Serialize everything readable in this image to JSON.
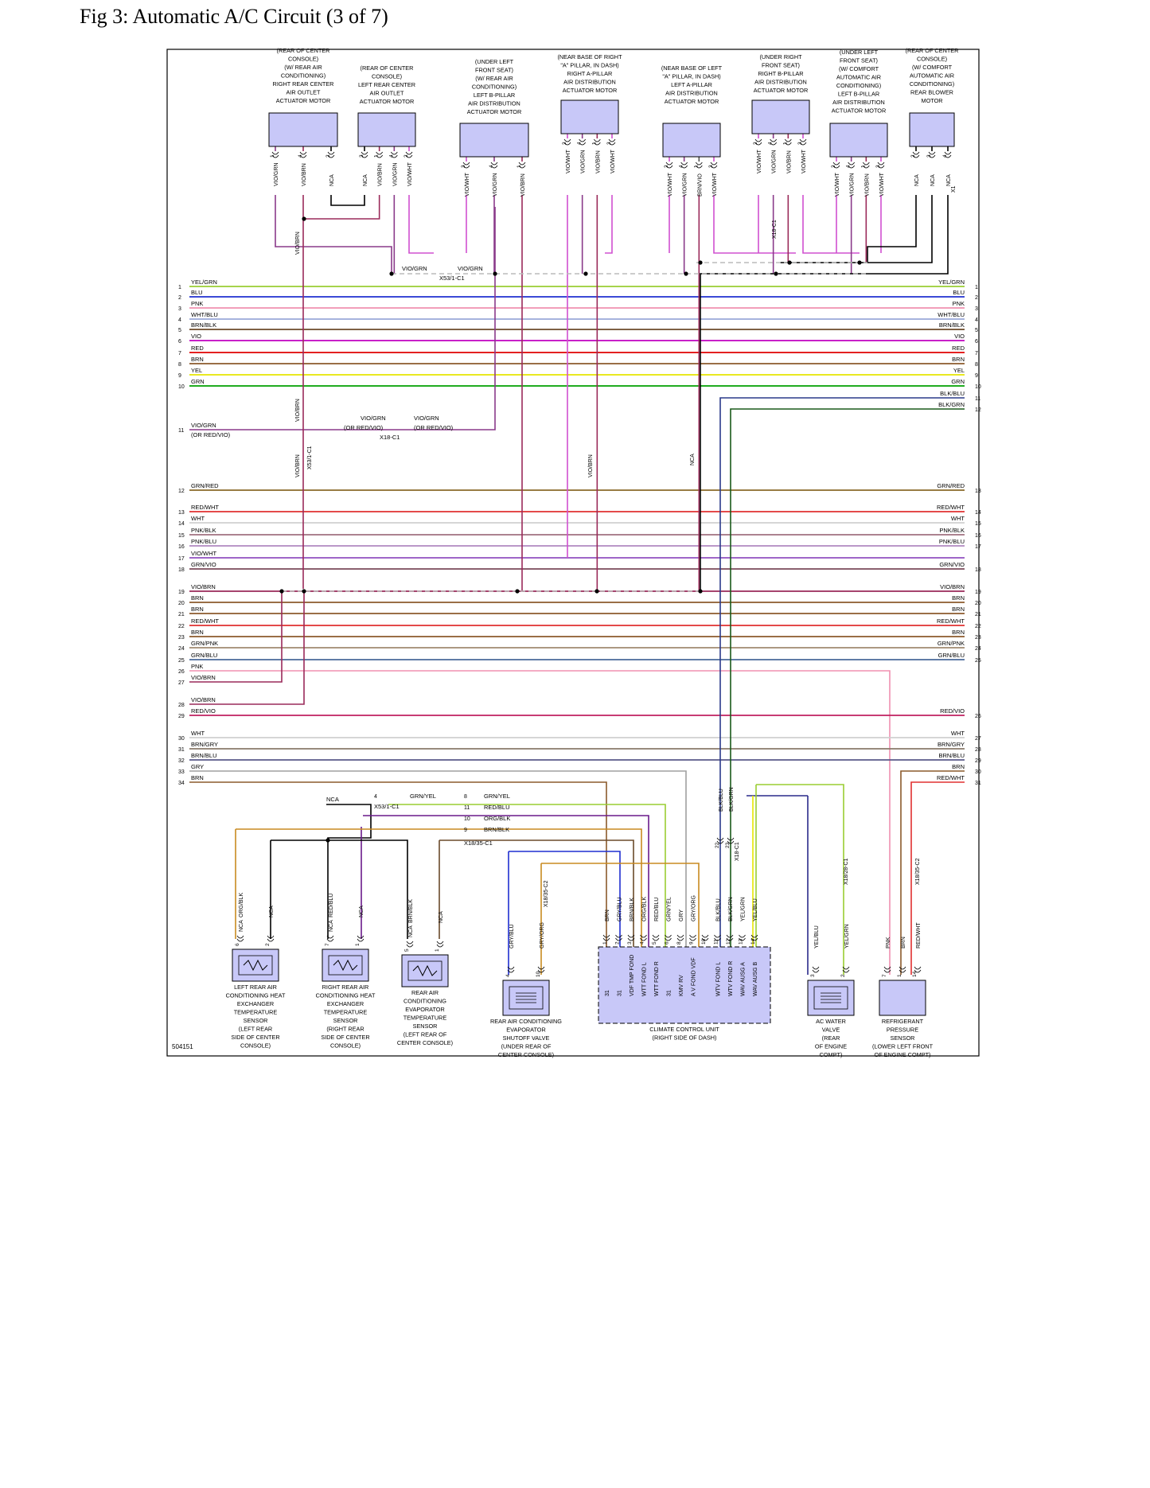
{
  "title": "Fig 3: Automatic A/C Circuit (3 of 7)",
  "figure_code": "504151",
  "connector_refs": [
    "X53/1-C1",
    "X18-C1",
    "X18/35-C1",
    "X18/35-C2",
    "X18/28-C1",
    "X1"
  ],
  "top_components": [
    {
      "id": "rr_outlet",
      "lines": [
        "(REAR OF CENTER",
        "CONSOLE)",
        "(W/ REAR AIR",
        "CONDITIONING)",
        "RIGHT REAR CENTER",
        "AIR OUTLET",
        "ACTUATOR MOTOR"
      ],
      "pins": [
        {
          "n": "1",
          "wire": "VIO/GRN"
        },
        {
          "n": "4",
          "wire": "VIO/BRN"
        },
        {
          "n": "2",
          "wire": "NCA"
        }
      ]
    },
    {
      "id": "lr_outlet",
      "lines": [
        "(REAR OF CENTER",
        "CONSOLE)",
        "LEFT REAR CENTER",
        "AIR OUTLET",
        "ACTUATOR MOTOR"
      ],
      "pins": [
        {
          "n": "3",
          "wire": "NCA"
        },
        {
          "n": "1",
          "wire": "VIO/BRN"
        },
        {
          "n": "4",
          "wire": "VIO/GRN"
        },
        {
          "n": "2",
          "wire": "VIO/WHT"
        }
      ]
    },
    {
      "id": "lb_pillar_rear",
      "lines": [
        "(UNDER LEFT",
        "FRONT SEAT)",
        "(W/ REAR AIR",
        "CONDITIONING)",
        "LEFT B-PILLAR",
        "AIR DISTRIBUTION",
        "ACTUATOR MOTOR"
      ],
      "pins": [
        {
          "n": "3",
          "wire": "VIO/WHT"
        },
        {
          "n": "4",
          "wire": "VIO/GRN"
        },
        {
          "n": "1",
          "wire": "VIO/BRN"
        }
      ]
    },
    {
      "id": "ra_pillar",
      "lines": [
        "(NEAR BASE OF RIGHT",
        "\"A\" PILLAR, IN DASH)",
        "RIGHT A-PILLAR",
        "AIR DISTRIBUTION",
        "ACTUATOR MOTOR"
      ],
      "pins": [
        {
          "n": "2",
          "wire": "VIO/WHT"
        },
        {
          "n": "4",
          "wire": "VIO/GRN"
        },
        {
          "n": "1",
          "wire": "VIO/BRN"
        },
        {
          "n": "3",
          "wire": "VIO/WHT"
        }
      ]
    },
    {
      "id": "la_pillar",
      "lines": [
        "(NEAR BASE OF LEFT",
        "\"A\" PILLAR, IN DASH)",
        "LEFT A-PILLAR",
        "AIR DISTRIBUTION",
        "ACTUATOR MOTOR"
      ],
      "pins": [
        {
          "n": "2",
          "wire": "VIO/WHT"
        },
        {
          "n": "4",
          "wire": "VIO/GRN"
        },
        {
          "n": "1",
          "wire": "BRN/VIO"
        },
        {
          "n": "3",
          "wire": "VIO/WHT"
        }
      ]
    },
    {
      "id": "rb_pillar",
      "lines": [
        "(UNDER RIGHT",
        "FRONT SEAT)",
        "RIGHT B-PILLAR",
        "AIR DISTRIBUTION",
        "ACTUATOR MOTOR"
      ],
      "pins": [
        {
          "n": "2",
          "wire": "VIO/WHT"
        },
        {
          "n": "4",
          "wire": "VIO/GRN"
        },
        {
          "n": "1",
          "wire": "VIO/BRN"
        },
        {
          "n": "3",
          "wire": "VIO/WHT"
        }
      ]
    },
    {
      "id": "lb_pillar_comfort",
      "lines": [
        "(UNDER LEFT",
        "FRONT SEAT)",
        "(W/ COMFORT",
        "AUTOMATIC AIR",
        "CONDITIONING)",
        "LEFT B-PILLAR",
        "AIR DISTRIBUTION",
        "ACTUATOR MOTOR"
      ],
      "pins": [
        {
          "n": "2",
          "wire": "VIO/WHT"
        },
        {
          "n": "4",
          "wire": "VIO/GRN"
        },
        {
          "n": "1",
          "wire": "VIO/BRN"
        },
        {
          "n": "3",
          "wire": "VIO/WHT"
        }
      ]
    },
    {
      "id": "rear_blower",
      "lines": [
        "(REAR OF CENTER",
        "CONSOLE)",
        "(W/ COMFORT",
        "AUTOMATIC AIR",
        "CONDITIONING)",
        "REAR BLOWER",
        "MOTOR"
      ],
      "pins": [
        {
          "n": "2",
          "wire": "NCA"
        },
        {
          "n": "3",
          "wire": "NCA"
        },
        {
          "n": "4",
          "wire": "NCA"
        }
      ]
    }
  ],
  "left_bus": [
    {
      "n": "1",
      "wire": "YEL/GRN",
      "color": "#9acd32"
    },
    {
      "n": "2",
      "wire": "BLU",
      "color": "#1f2fd0"
    },
    {
      "n": "3",
      "wire": "PNK",
      "color": "#f090b0"
    },
    {
      "n": "4",
      "wire": "WHT/BLU",
      "color": "#9aa8d8"
    },
    {
      "n": "5",
      "wire": "BRN/BLK",
      "color": "#6b4a2a"
    },
    {
      "n": "6",
      "wire": "VIO",
      "color": "#c000c0"
    },
    {
      "n": "7",
      "wire": "RED",
      "color": "#e00000"
    },
    {
      "n": "8",
      "wire": "BRN",
      "color": "#8b5a2b"
    },
    {
      "n": "9",
      "wire": "YEL",
      "color": "#e6e600"
    },
    {
      "n": "10",
      "wire": "GRN",
      "color": "#00a000"
    },
    {
      "n": "11",
      "wire": "VIO/GRN",
      "color": "#8a3a8a",
      "note": "(OR RED/VIO)"
    },
    {
      "n": "12",
      "wire": "GRN/RED",
      "color": "#8a6a2a"
    },
    {
      "n": "13",
      "wire": "RED/WHT",
      "color": "#e03030"
    },
    {
      "n": "14",
      "wire": "WHT",
      "color": "#d0d0d0"
    },
    {
      "n": "15",
      "wire": "PNK/BLK",
      "color": "#a07080"
    },
    {
      "n": "16",
      "wire": "PNK/BLU",
      "color": "#b088c0"
    },
    {
      "n": "17",
      "wire": "VIO/WHT",
      "color": "#9050c0"
    },
    {
      "n": "18",
      "wire": "GRN/VIO",
      "color": "#7a4a5a"
    },
    {
      "n": "19",
      "wire": "VIO/BRN",
      "color": "#9a2a5a"
    },
    {
      "n": "20",
      "wire": "BRN",
      "color": "#8b5a2b"
    },
    {
      "n": "21",
      "wire": "BRN",
      "color": "#8b5a2b"
    },
    {
      "n": "22",
      "wire": "RED/WHT",
      "color": "#e03030"
    },
    {
      "n": "23",
      "wire": "BRN",
      "color": "#8b5a2b"
    },
    {
      "n": "24",
      "wire": "GRN/PNK",
      "color": "#a08a70"
    },
    {
      "n": "25",
      "wire": "GRN/BLU",
      "color": "#4a6a9a"
    },
    {
      "n": "26",
      "wire": "PNK",
      "color": "#f090b0"
    },
    {
      "n": "27",
      "wire": "VIO/BRN",
      "color": "#9a2a5a"
    },
    {
      "n": "28",
      "wire": "VIO/BRN",
      "color": "#9a2a5a"
    },
    {
      "n": "29",
      "wire": "RED/VIO",
      "color": "#c02060"
    },
    {
      "n": "30",
      "wire": "WHT",
      "color": "#d0d0d0"
    },
    {
      "n": "31",
      "wire": "BRN/GRY",
      "color": "#8a7a6a"
    },
    {
      "n": "32",
      "wire": "BRN/BLU",
      "color": "#5a5a8a"
    },
    {
      "n": "33",
      "wire": "GRY",
      "color": "#a0a0a0"
    },
    {
      "n": "34",
      "wire": "BRN",
      "color": "#8b5a2b"
    }
  ],
  "right_bus": [
    {
      "n": "1",
      "wire": "YEL/GRN"
    },
    {
      "n": "2",
      "wire": "BLU"
    },
    {
      "n": "3",
      "wire": "PNK"
    },
    {
      "n": "4",
      "wire": "WHT/BLU"
    },
    {
      "n": "5",
      "wire": "BRN/BLK"
    },
    {
      "n": "6",
      "wire": "VIO"
    },
    {
      "n": "7",
      "wire": "RED"
    },
    {
      "n": "8",
      "wire": "BRN"
    },
    {
      "n": "9",
      "wire": "YEL"
    },
    {
      "n": "10",
      "wire": "GRN"
    },
    {
      "n": "11",
      "wire": "BLK/BLU"
    },
    {
      "n": "12",
      "wire": "BLK/GRN"
    },
    {
      "n": "13",
      "wire": "GRN/RED"
    },
    {
      "n": "14",
      "wire": "RED/WHT"
    },
    {
      "n": "15",
      "wire": "WHT"
    },
    {
      "n": "16",
      "wire": "PNK/BLK"
    },
    {
      "n": "17",
      "wire": "PNK/BLU"
    },
    {
      "n": "18",
      "wire": "GRN/VIO"
    },
    {
      "n": "19",
      "wire": "VIO/BRN"
    },
    {
      "n": "20",
      "wire": "BRN"
    },
    {
      "n": "21",
      "wire": "BRN"
    },
    {
      "n": "22",
      "wire": "RED/WHT"
    },
    {
      "n": "23",
      "wire": "BRN"
    },
    {
      "n": "24",
      "wire": "GRN/PNK"
    },
    {
      "n": "25",
      "wire": "GRN/BLU"
    },
    {
      "n": "26",
      "wire": "RED/VIO"
    },
    {
      "n": "27",
      "wire": "WHT"
    },
    {
      "n": "28",
      "wire": "BRN/GRY"
    },
    {
      "n": "29",
      "wire": "BRN/BLU"
    },
    {
      "n": "30",
      "wire": "BRN"
    },
    {
      "n": "31",
      "wire": "RED/WHT"
    }
  ],
  "splice_labels": {
    "x53_top": "VIO/GRN",
    "x53_top_right": "VIO/GRN",
    "x18_mid_left": "VIO/GRN",
    "x18_mid_left_note": "(OR RED/VIO)",
    "x18_mid_right": "VIO/GRN",
    "x18_mid_right_note": "(OR RED/VIO)",
    "vio_brn": "VIO/BRN",
    "nca": "NCA"
  },
  "lower_harness": [
    {
      "pin": "4",
      "conn": "X53/1-C1",
      "wire": "GRN/YEL",
      "left": "NCA"
    },
    {
      "pin": "8",
      "wire": "GRN/YEL"
    },
    {
      "pin": "11",
      "wire": "RED/BLU"
    },
    {
      "pin": "10",
      "wire": "ORG/BLK"
    },
    {
      "pin": "9",
      "wire": "BRN/BLK"
    },
    {
      "pin": "",
      "conn": "X18/35-C1"
    }
  ],
  "bottom_components": [
    {
      "id": "left_rear_sensor",
      "lines": [
        "LEFT REAR AIR",
        "CONDITIONING HEAT",
        "EXCHANGER",
        "TEMPERATURE",
        "SENSOR",
        "(LEFT REAR",
        "SIDE OF CENTER",
        "CONSOLE)"
      ],
      "pins": [
        {
          "n": "6",
          "wire": "ORG/BLK",
          "lower": "NCA"
        },
        {
          "n": "2",
          "wire": "NCA"
        }
      ]
    },
    {
      "id": "right_rear_sensor",
      "lines": [
        "RIGHT REAR AIR",
        "CONDITIONING HEAT",
        "EXCHANGER",
        "TEMPERATURE",
        "SENSOR",
        "(RIGHT REAR",
        "SIDE OF CENTER",
        "CONSOLE)"
      ],
      "pins": [
        {
          "n": "7",
          "wire": "RED/BLU",
          "lower": "NCA"
        },
        {
          "n": "1",
          "wire": "NCA"
        }
      ]
    },
    {
      "id": "rear_evap_sensor",
      "lines": [
        "REAR AIR",
        "CONDITIONING",
        "EVAPORATOR",
        "TEMPERATURE",
        "SENSOR",
        "(LEFT REAR OF",
        "CENTER CONSOLE)"
      ],
      "pins": [
        {
          "n": "5",
          "wire": "BRN/BLK",
          "lower": "NCA"
        },
        {
          "n": "1",
          "wire": "NCA"
        }
      ]
    },
    {
      "id": "shutoff_valve",
      "lines": [
        "REAR AIR CONDITIONING",
        "EVAPORATOR",
        "SHUTOFF VALVE",
        "(UNDER REAR OF",
        "CENTER CONSOLE)"
      ],
      "pins": [
        {
          "n": "4",
          "wire": "GRY/BLU"
        },
        {
          "n": "10",
          "wire": "GRY/ORG"
        }
      ]
    },
    {
      "id": "climate_unit",
      "lines": [
        "CLIMATE CONTROL UNIT",
        "(RIGHT SIDE OF DASH)"
      ],
      "pins": [
        {
          "n": "1",
          "wire": "BRN",
          "sig": "31"
        },
        {
          "n": "2",
          "wire": "GRY/BLU",
          "sig": "31"
        },
        {
          "n": "3",
          "wire": "BRN/BLK",
          "sig": "VDF TMP FOND"
        },
        {
          "n": "4",
          "wire": "ORG/BLK",
          "sig": "WTT FOND L"
        },
        {
          "n": "5",
          "wire": "RED/BLU",
          "sig": "WTT FOND R"
        },
        {
          "n": "6",
          "wire": "GRN/YEL",
          "sig": "31"
        },
        {
          "n": "8",
          "wire": "GRY",
          "sig": "KMV RV"
        },
        {
          "n": "9",
          "wire": "GRY/ORG",
          "sig": "A V FOND VDF"
        },
        {
          "n": "10",
          "wire": "",
          "sig": ""
        },
        {
          "n": "11",
          "wire": "BLK/BLU",
          "sig": "WTV FOND L"
        },
        {
          "n": "12",
          "wire": "BLK/GRN",
          "sig": "WTV FOND R"
        },
        {
          "n": "13",
          "wire": "YEL/GRN",
          "sig": "WAV AUSG A"
        },
        {
          "n": "14",
          "wire": "YEL/BLU",
          "sig": "WAV AUSG B"
        }
      ]
    },
    {
      "id": "water_valve",
      "lines": [
        "AC WATER",
        "VALVE",
        "(REAR",
        "OF ENGINE",
        "COMPT)"
      ],
      "pins": [
        {
          "n": "3",
          "wire": "YEL/BLU"
        },
        {
          "n": "2",
          "wire": "YEL/GRN"
        }
      ]
    },
    {
      "id": "refrig_sensor",
      "lines": [
        "REFRIGERANT",
        "PRESSURE",
        "SENSOR",
        "(LOWER LEFT FRONT",
        "OF ENGINE COMPT)"
      ],
      "pins": [
        {
          "n": "7",
          "wire": "PNK"
        },
        {
          "n": "1",
          "wire": "BRN"
        },
        {
          "n": "14",
          "wire": "RED/WHT"
        }
      ]
    }
  ],
  "x18c1_pins": [
    "22",
    "23"
  ],
  "x18c1_wires": [
    "BLK/BLU",
    "BLK/GRN"
  ],
  "component_fill": "#c8c8f8"
}
